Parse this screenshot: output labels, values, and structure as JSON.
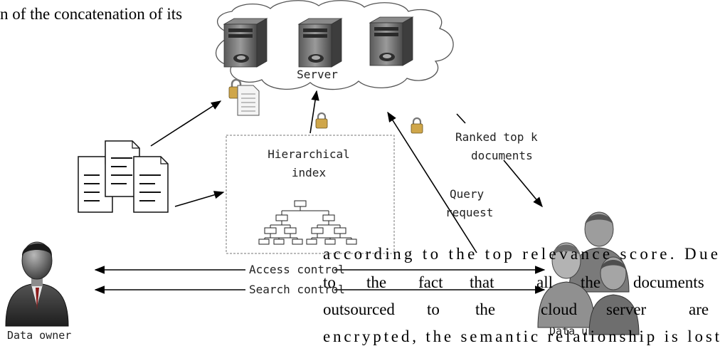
{
  "diagram": {
    "server_label": "Server",
    "index_label_line1": "Hierarchical",
    "index_label_line2": "index",
    "ranked_line1": "Ranked top k",
    "ranked_line2": "documents",
    "query_line1": "Query",
    "query_line2": "request",
    "access_control": "Access control",
    "search_control": "Search control",
    "data_owner": "Data owner",
    "data_user": "Data user"
  },
  "overlay_text": {
    "top_fragment": "n of the concatenation of its",
    "line1": "according to the top relevance score. Due",
    "line2_words": [
      "to",
      "the",
      "fact",
      "that",
      "all",
      "the",
      "documents"
    ],
    "line3_words": [
      "outsourced",
      "to",
      "the",
      "cloud",
      "server",
      "are"
    ],
    "line4": "encrypted, the semantic relationship is lost"
  },
  "icons": [
    "server-icon",
    "lock-icon",
    "document-icon",
    "person-icon",
    "tree-icon"
  ]
}
